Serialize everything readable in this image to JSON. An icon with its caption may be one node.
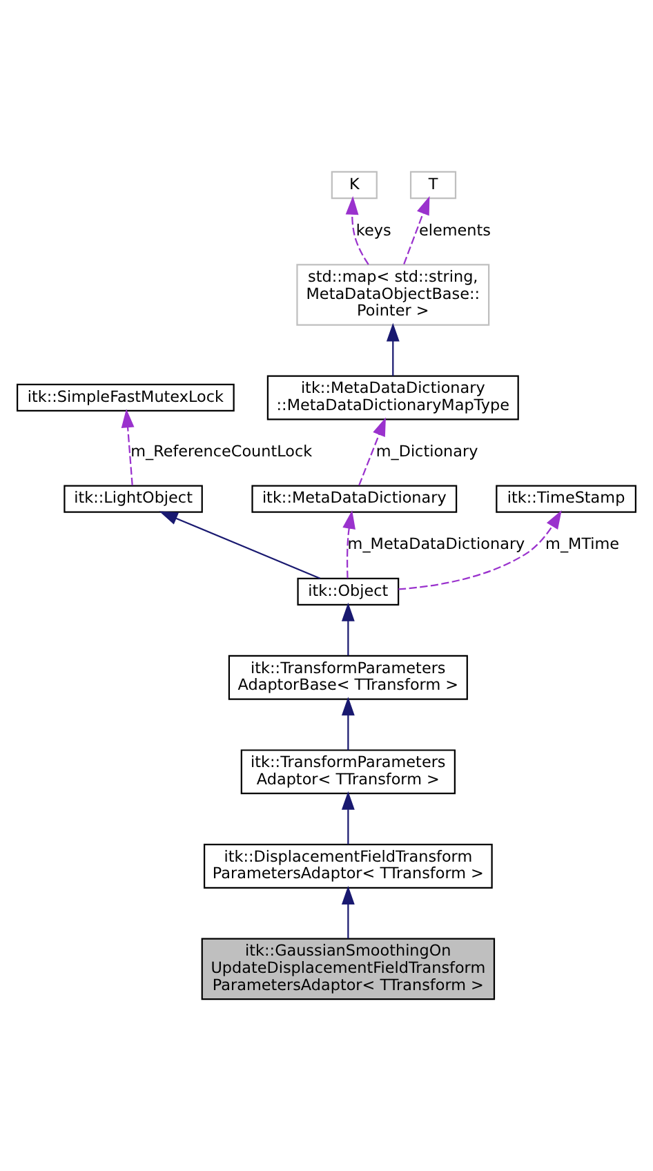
{
  "diagram": {
    "nodes": [
      {
        "text": [
          "K"
        ]
      },
      {
        "text": [
          "T"
        ]
      },
      {
        "text": [
          "std::map< std::string, MetaDataObjectBase:: Pointer >"
        ]
      },
      {
        "text": [
          "itk::SimpleFastMutexLock"
        ]
      },
      {
        "text": [
          "itk::MetaDataDictionary ::MetaDataDictionaryMapType"
        ]
      },
      {
        "text": [
          "itk::LightObject"
        ]
      },
      {
        "text": [
          "itk::MetaDataDictionary"
        ]
      },
      {
        "text": [
          "itk::TimeStamp"
        ]
      },
      {
        "text": [
          "itk::Object"
        ]
      },
      {
        "text": [
          "itk::TransformParameters AdaptorBase< TTransform >"
        ]
      },
      {
        "text": [
          "itk::TransformParameters Adaptor< TTransform >"
        ]
      },
      {
        "text": [
          "itk::DisplacementFieldTransform ParametersAdaptor< TTransform >"
        ]
      },
      {
        "text": [
          "itk::GaussianSmoothingOn UpdateDisplacementFieldTransform ParametersAdaptor< TTransform >"
        ]
      }
    ],
    "edges": [
      {
        "from": 2,
        "to": 0,
        "arrow": "to",
        "label": "keys",
        "style": "dashed",
        "color": "#9a32cd"
      },
      {
        "from": 2,
        "to": 1,
        "arrow": "to",
        "label": "elements",
        "style": "dashed",
        "color": "#9a32cd"
      },
      {
        "from": 4,
        "to": 2,
        "arrow": "to",
        "color": "#191970"
      },
      {
        "from": 5,
        "to": 3,
        "arrow": "to",
        "label": "m_ReferenceCountLock",
        "style": "dashed",
        "color": "#9a32cd"
      },
      {
        "from": 6,
        "to": 4,
        "arrow": "to",
        "label": "m_Dictionary",
        "style": "dashed",
        "color": "#9a32cd"
      },
      {
        "from": 8,
        "to": 5,
        "arrow": "to",
        "color": "#191970"
      },
      {
        "from": 8,
        "to": 6,
        "arrow": "to",
        "label": "m_MetaDataDictionary",
        "style": "dashed",
        "color": "#9a32cd"
      },
      {
        "from": 8,
        "to": 7,
        "arrow": "to",
        "label": "m_MTime",
        "style": "dashed",
        "color": "#9a32cd"
      },
      {
        "from": 9,
        "to": 8,
        "arrow": "to",
        "color": "#191970"
      },
      {
        "from": 10,
        "to": 9,
        "arrow": "to",
        "color": "#191970"
      },
      {
        "from": 11,
        "to": 10,
        "arrow": "to",
        "color": "#191970"
      },
      {
        "from": 12,
        "to": 11,
        "arrow": "to",
        "color": "#191970"
      }
    ]
  }
}
